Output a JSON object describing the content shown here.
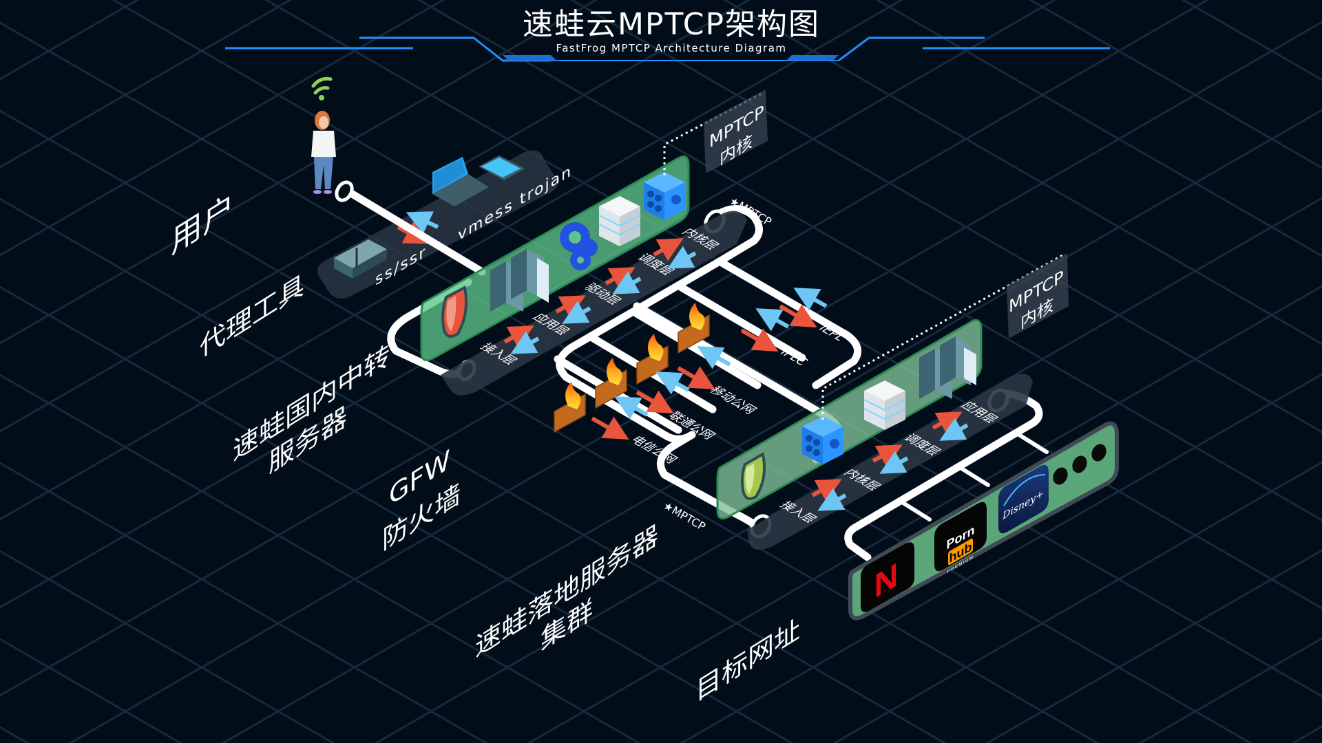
{
  "header": {
    "title": "速蛙云MPTCP架构图",
    "subtitle": "FastFrog MPTCP Architecture Diagram",
    "accent_color": "#1e8fff"
  },
  "stage_labels": {
    "user": "用户",
    "proxy_tools": "代理工具",
    "relay_server_line1": "速蛙国内中转",
    "relay_server_line2": "服务器",
    "gfw_line1": "GFW",
    "gfw_line2": "防火墙",
    "landing_cluster_line1": "速蛙落地服务器",
    "landing_cluster_line2": "集群",
    "target": "目标网址"
  },
  "proxy_tools": {
    "left_protocol": "ss/ssr",
    "right_protocol": "vmess  trojan",
    "devices": [
      "router-icon",
      "laptop-icon",
      "phone-icon"
    ]
  },
  "relay_server": {
    "kernel_callout_line1": "MPTCP",
    "kernel_callout_line2": "内核",
    "mptcp_tag": "★MPTCP",
    "layers": [
      "接入层",
      "应用层",
      "驱动层",
      "调度层",
      "内核层"
    ],
    "icons": [
      "shield-icon",
      "server-rack-icon",
      "gears-icon",
      "server-stack-icon",
      "kernel-cube-icon"
    ]
  },
  "gfw": {
    "lines": [
      {
        "name": "电信公网",
        "firewall": true
      },
      {
        "name": "联通公网",
        "firewall": true
      },
      {
        "name": "移动公网",
        "firewall": true
      },
      {
        "name": "IPLC",
        "firewall": false
      },
      {
        "name": "IEPL",
        "firewall": false
      }
    ]
  },
  "landing_cluster": {
    "kernel_callout_line1": "MPTCP",
    "kernel_callout_line2": "内核",
    "mptcp_tag": "★MPTCP",
    "layers": [
      "接入层",
      "内核层",
      "调度层",
      "应用层"
    ],
    "icons": [
      "shield-icon",
      "kernel-cube-icon",
      "server-stack-icon",
      "server-rack-icon"
    ]
  },
  "targets": {
    "sites": [
      "Netflix",
      "Pornhub Premium",
      "Disney+"
    ],
    "more": "more-dots-icon",
    "netflix_letter": "N",
    "ph_top": "Porn",
    "ph_bottom": "hub",
    "ph_sub": "PREMIUM",
    "disney": "Disney+"
  },
  "colors": {
    "background": "#020d1a",
    "grid": "#17293a",
    "panel_green": "#5fc48a",
    "upstream_arrow": "#e8543c",
    "downstream_arrow": "#6ec6f5",
    "route_line": "#ffffff"
  }
}
